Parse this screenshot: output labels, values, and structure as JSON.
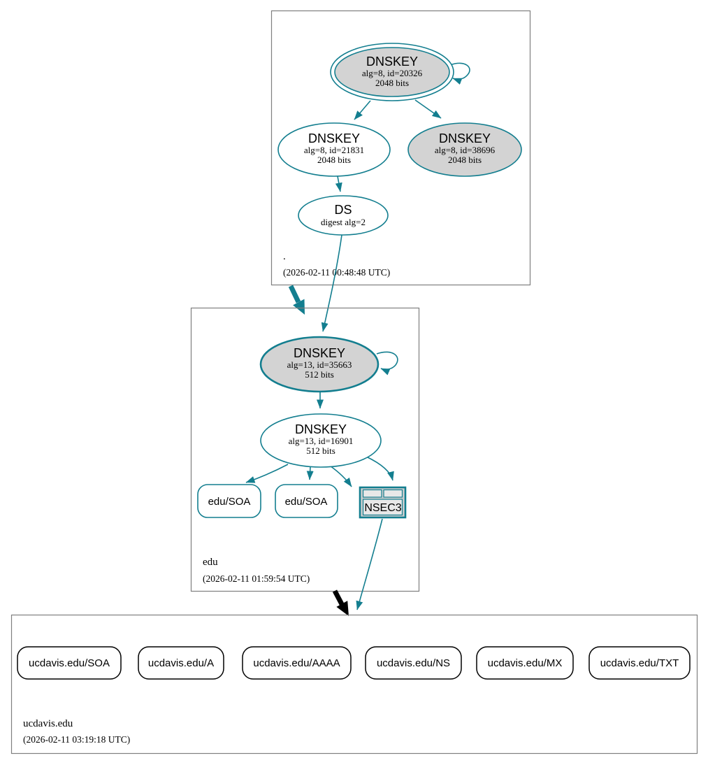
{
  "colors": {
    "edge_secure_teal": "#137e8f",
    "node_fill_gray": "#d3d3d3",
    "box_border_gray": "#7f7f7f",
    "rrset_border_black": "#000000",
    "insecure_delegation_black": "#000000"
  },
  "zones": {
    "root": {
      "label": ".",
      "timestamp": "(2026-02-11 00:48:48 UTC)",
      "ksk": {
        "title": "DNSKEY",
        "alg": "alg=8, id=20326",
        "bits": "2048 bits"
      },
      "zsk": {
        "title": "DNSKEY",
        "alg": "alg=8, id=21831",
        "bits": "2048 bits"
      },
      "ksk2": {
        "title": "DNSKEY",
        "alg": "alg=8, id=38696",
        "bits": "2048 bits"
      },
      "ds": {
        "title": "DS",
        "alg": "digest alg=2"
      }
    },
    "edu": {
      "label": "edu",
      "timestamp": "(2026-02-11 01:59:54 UTC)",
      "ksk": {
        "title": "DNSKEY",
        "alg": "alg=13, id=35663",
        "bits": "512 bits"
      },
      "zsk": {
        "title": "DNSKEY",
        "alg": "alg=13, id=16901",
        "bits": "512 bits"
      },
      "soa1": {
        "label": "edu/SOA"
      },
      "soa2": {
        "label": "edu/SOA"
      },
      "nsec3": {
        "label": "NSEC3"
      }
    },
    "ucdavis": {
      "label": "ucdavis.edu",
      "timestamp": "(2026-02-11 03:19:18 UTC)",
      "rrsets": [
        {
          "label": "ucdavis.edu/SOA"
        },
        {
          "label": "ucdavis.edu/A"
        },
        {
          "label": "ucdavis.edu/AAAA"
        },
        {
          "label": "ucdavis.edu/NS"
        },
        {
          "label": "ucdavis.edu/MX"
        },
        {
          "label": "ucdavis.edu/TXT"
        }
      ]
    }
  }
}
